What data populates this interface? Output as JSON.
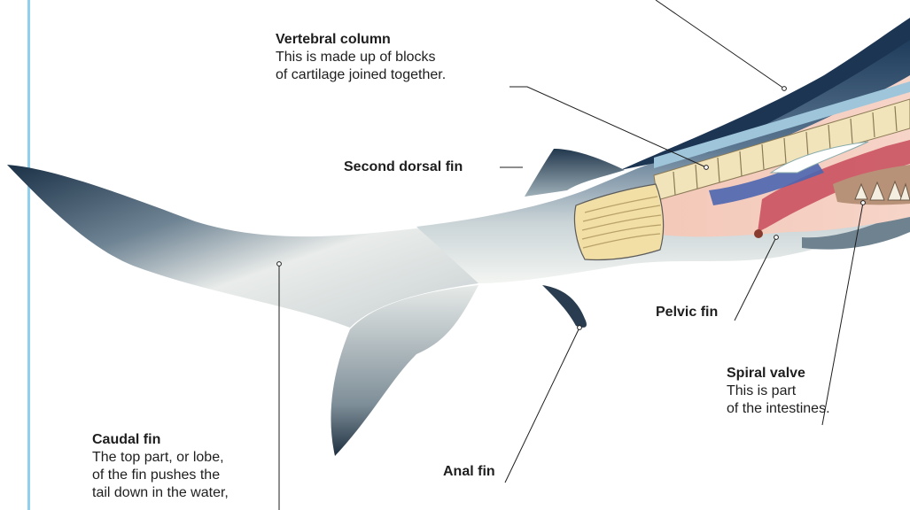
{
  "labels": {
    "vertebral_column": {
      "title": "Vertebral column",
      "desc_line1": "This is made up of blocks",
      "desc_line2": "of cartilage joined together."
    },
    "second_dorsal_fin": {
      "title": "Second dorsal fin"
    },
    "pelvic_fin": {
      "title": "Pelvic fin"
    },
    "spiral_valve": {
      "title": "Spiral valve",
      "desc_line1": "This is part",
      "desc_line2": "of the intestines."
    },
    "anal_fin": {
      "title": "Anal fin"
    },
    "caudal_fin": {
      "title": "Caudal fin",
      "desc_line1": "The top part, or lobe,",
      "desc_line2": "of the fin pushes the",
      "desc_line3": "tail down in the water,"
    }
  },
  "colors": {
    "accent_rule": "#8fd0ee",
    "shark_skin_dark": "#1f3c5c",
    "shark_skin_light": "#f2f4f2",
    "cartilage": "#f1dfa5",
    "muscle": "#f3c7c0"
  }
}
